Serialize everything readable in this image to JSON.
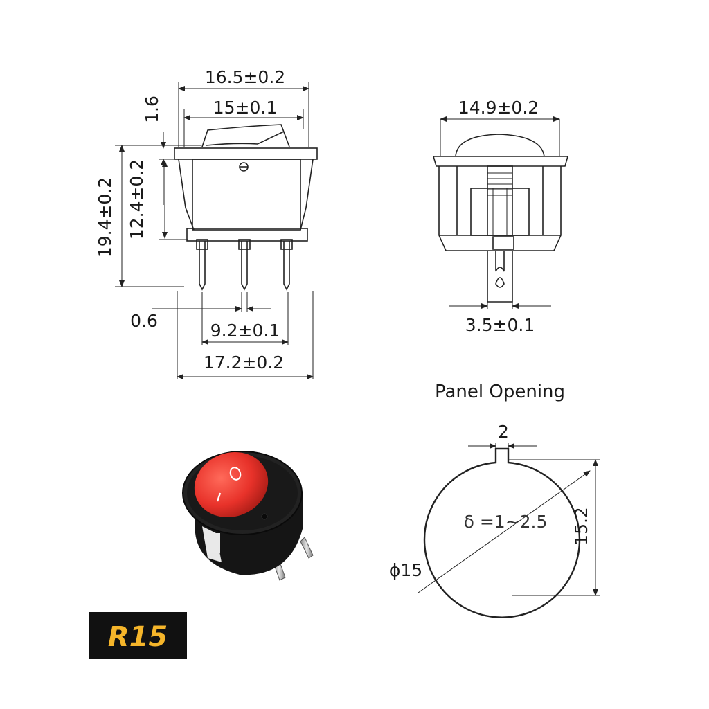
{
  "side_view": {
    "dim_top_outer": "16.5±0.2",
    "dim_top_inner": "15±0.1",
    "dim_flange": "1.6",
    "dim_total_height": "19.4±0.2",
    "dim_body_height": "12.4±0.2",
    "dim_pin_thickness": "0.6",
    "dim_pin_pitch": "9.2±0.1",
    "dim_bottom_width": "17.2±0.2"
  },
  "front_view": {
    "dim_width": "14.9±0.2",
    "dim_terminal": "3.5±0.1"
  },
  "panel_opening": {
    "title": "Panel Opening",
    "dim_key": "2",
    "dim_height": "15.2",
    "dim_diameter": "ϕ15",
    "thickness": "δ =1~2.5"
  },
  "badge": {
    "label": "R15",
    "text_color": "#f5b52a",
    "bg_color": "#111111"
  },
  "colors": {
    "rocker_red": "#e8322a",
    "housing_black": "#151515"
  }
}
